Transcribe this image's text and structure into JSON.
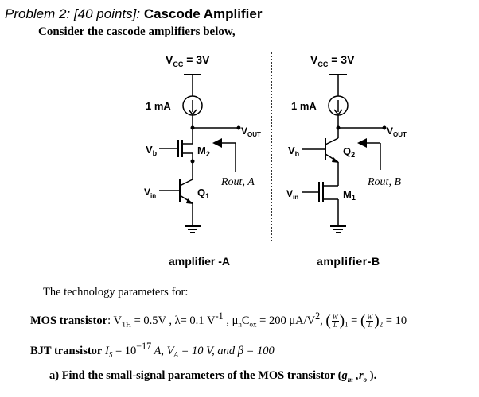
{
  "problem": {
    "title_prefix": "Problem 2:  [40 points]: ",
    "title_bold": "Cascode Amplifier",
    "subtitle": "Consider the cascode amplifiers below,"
  },
  "circuit_a": {
    "vcc": "V",
    "vcc_sub": "CC",
    "vcc_value": " = 3V",
    "current": "1 mA",
    "vout": "V",
    "vout_sub": "OUT",
    "vb": "V",
    "vb_sub": "b",
    "m2": "M",
    "m2_sub": "2",
    "rout": "Rout, A",
    "vin": "V",
    "vin_sub": "in",
    "q1": "Q",
    "q1_sub": "1",
    "caption": "amplifier -A"
  },
  "circuit_b": {
    "vcc": "V",
    "vcc_sub": "CC",
    "vcc_value": " = 3V",
    "current": "1 mA",
    "vout": "V",
    "vout_sub": "OUT",
    "vb": "V",
    "vb_sub": "b",
    "q2": "Q",
    "q2_sub": "2",
    "rout": "Rout, B",
    "vin": "V",
    "vin_sub": "in",
    "m1": "M",
    "m1_sub": "1",
    "caption": "amplifier-B"
  },
  "parameters": {
    "intro": "The technology parameters for:",
    "mos_label": "MOS transistor",
    "mos_vth": ": V",
    "mos_vth_sub": "TH",
    "mos_vth_value": " = 0.5V , λ= 0.1 V",
    "mos_lambda_exp": "-1",
    "mos_kn": " , μ",
    "mos_kn_sub1": "n",
    "mos_kn_c": "C",
    "mos_kn_sub2": "ox",
    "mos_kn_value": " = 200 μA/V",
    "mos_kn_exp": "2",
    "mos_ratio_num": "W",
    "mos_ratio_den": "L",
    "mos_ratio_sub1": "1",
    "mos_ratio_sub2": "2",
    "mos_ratio_value": "= 10",
    "bjt_label": "BJT transistor",
    "bjt_is": "I",
    "bjt_is_sub": "S",
    "bjt_is_value": " =  10",
    "bjt_is_exp": "−17",
    "bjt_is_unit": " A,  V",
    "bjt_va_sub": "A",
    "bjt_va_value": " =  10 V, and β  =  100"
  },
  "question": {
    "part_a": "a)  Find the small-signal parameters of the MOS transistor (",
    "gm": "g",
    "gm_sub": "m",
    "ro": " ,r",
    "ro_sub": "o",
    "close": " )."
  }
}
